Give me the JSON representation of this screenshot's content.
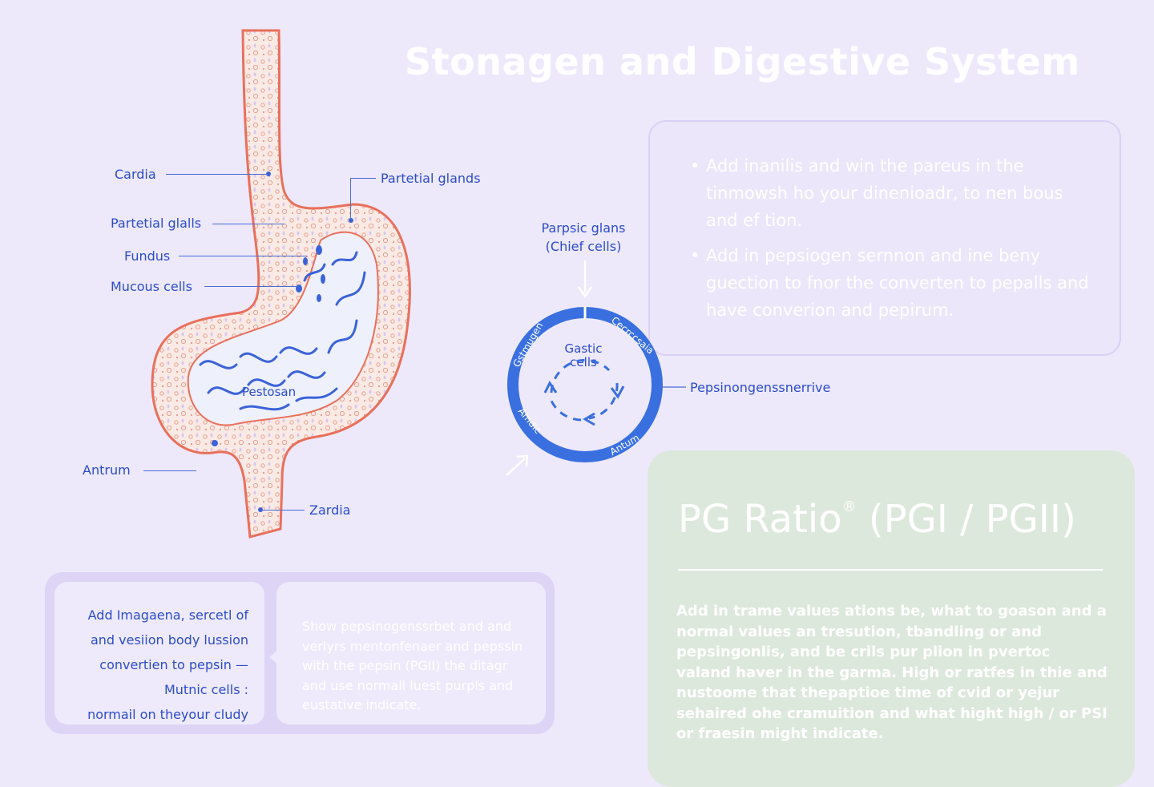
{
  "title": "Stonagen and Digestive System",
  "stomach_labels": {
    "cardia": "Cardia",
    "partetial_glalls": "Partetial glalls",
    "fundus": "Fundus",
    "mucous_cells": "Mucous cells",
    "antrum": "Antrum",
    "partetial_glands": "Partetial glands",
    "zardia": "Zardia",
    "pestosan": "Pestosan"
  },
  "info_box": {
    "items": [
      "Add inanilis and win the pareus in the tinmowsh ho your dinenioadr, to nen bous and ef tion.",
      "Add in pepsiogen sernnon and ine beny guection to fnor the converten to pepalls and have converion and pepirum."
    ]
  },
  "cycle": {
    "top_label": "Parpsic glans (Chief cells)",
    "center_label": "Gastic cells",
    "ring_labels": [
      "Gstmugen",
      "Cecrccsaia",
      "Amdic",
      "Antum"
    ],
    "side_label": "Pepsinongenssnerrive"
  },
  "pg_box": {
    "title": "PG Ratio",
    "title_mark": "®",
    "title_suffix": " (PGI / PGII)",
    "text": "Add in trame values ations be, what to goason and a normal values an tresution, tbandling or and pepsingonlis, and be crils pur plion in pvertoc valand haver in the garma. High or ratfes in thie and nustoome that thepaptioe time of cvid or yejur sehaired ohe cramuition and what hight high / or PSI or fraesin might indicate."
  },
  "bottom": {
    "left_lines": [
      "Add Imagaena, sercetl of",
      "and vesiion body lussion",
      "convertien to pepsin —",
      "Mutnic cells :",
      "normail on theyour cludy"
    ],
    "right_text": "Show pepsinogenssrbet and and verlyrs mentonfenaer and pepssin with the pepsin (PGII) the ditagr and use normall luest purpls and eustative indicate."
  },
  "colors": {
    "background": "#ede9fb",
    "label_blue": "#2d4cc8",
    "stomach_outline": "#e8705c",
    "stomach_fill": "#f9e8e4",
    "cycle_blue": "#3a6fe0",
    "pg_box": "#dde8dc"
  }
}
